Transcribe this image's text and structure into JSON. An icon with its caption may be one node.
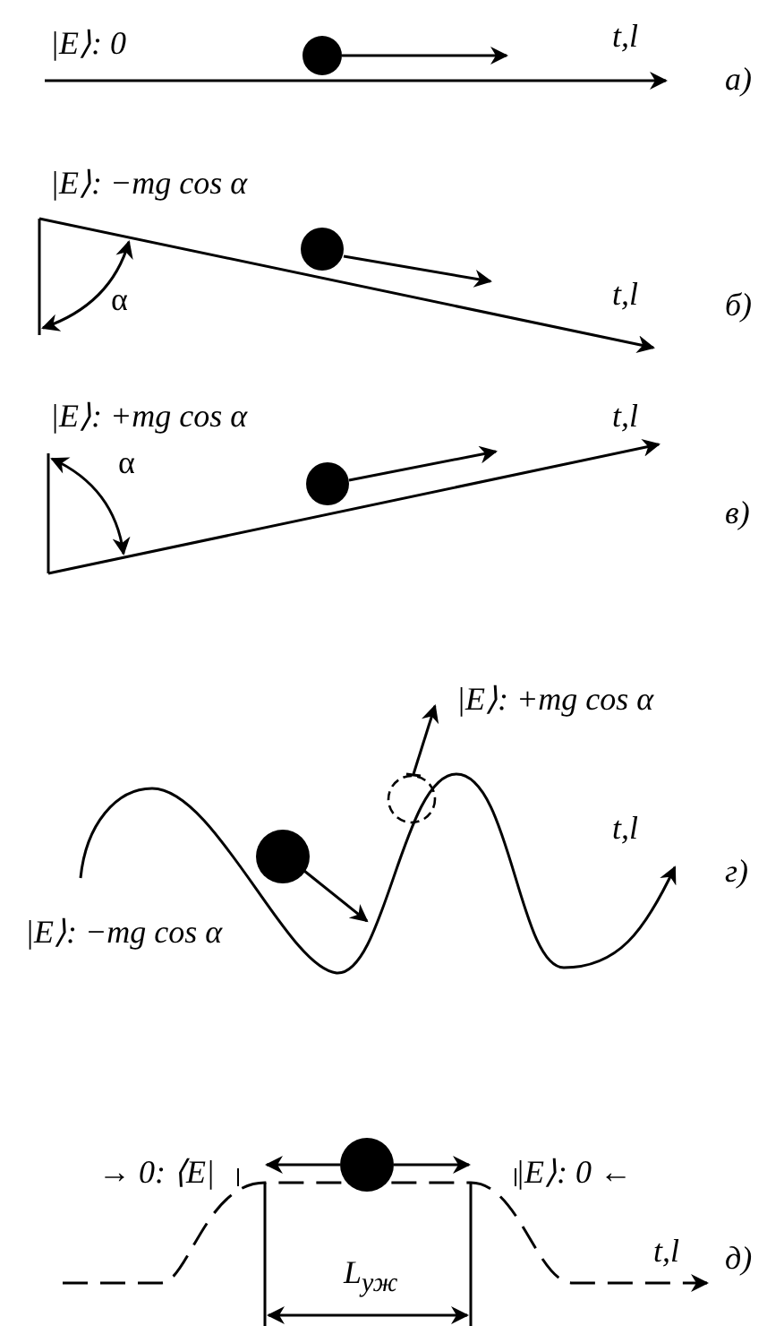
{
  "diagram": {
    "labels": [
      "|E⟩: 0",
      "t,l",
      "а)",
      "|E⟩: −mg cos α",
      "α",
      "t,l",
      "б)",
      "|E⟩: +mg cos α",
      "t,l",
      "α",
      "в)",
      "|E⟩: +mg cos α",
      "t,l",
      "|E⟩: −mg cos α",
      "г)",
      "→ 0: ⟨E|",
      "|E⟩: 0 ←",
      "t,l",
      "д)",
      "L$_{уж}$"
    ]
  }
}
